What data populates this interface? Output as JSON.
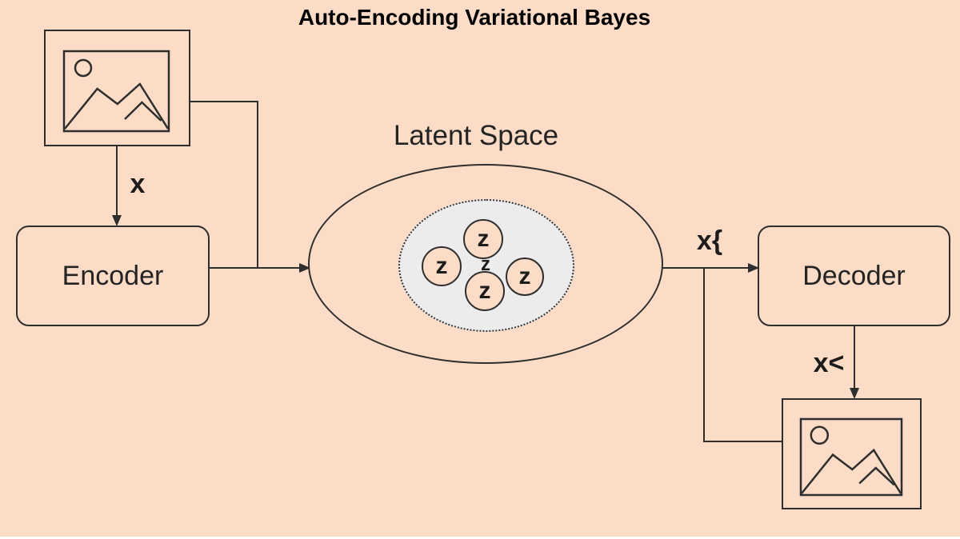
{
  "title": "Auto-Encoding Variational Bayes",
  "colors": {
    "background": "#fcdcc6",
    "line": "#2e2e2e",
    "latent_cluster_fill": "#ececec",
    "node_fill": "#fcdcc6",
    "text": "#242424",
    "title_text": "#000000",
    "footer_strip": "#ffffff"
  },
  "nodes": {
    "encoder": {
      "label": "Encoder"
    },
    "decoder": {
      "label": "Decoder"
    }
  },
  "latent": {
    "label": "Latent Space",
    "z_labels": [
      "z",
      "z",
      "z",
      "z"
    ],
    "center_label": "z"
  },
  "edge_labels": {
    "encoder_input": "x",
    "decoder_input": "x{",
    "decoder_output": "x<"
  },
  "icons": {
    "input_image": "image-placeholder-icon",
    "output_image": "image-placeholder-icon"
  }
}
